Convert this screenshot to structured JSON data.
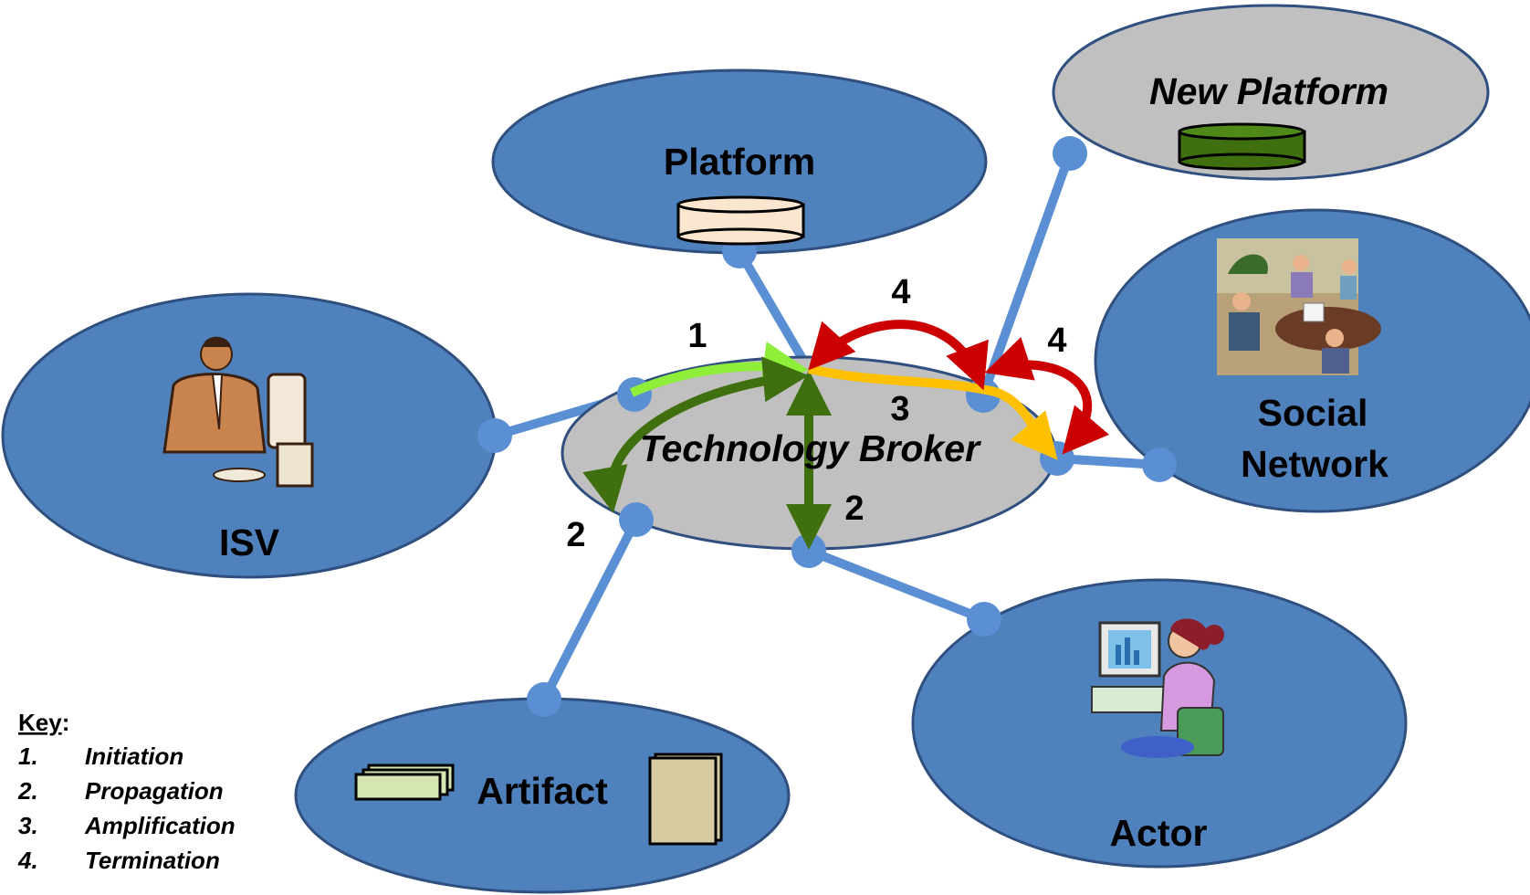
{
  "nodes": {
    "platform": "Platform",
    "new_platform": "New Platform",
    "social_network_line1": "Social",
    "social_network_line2": "Network",
    "isv": "ISV",
    "technology_broker": "Technology Broker",
    "artifact": "Artifact",
    "actor": "Actor"
  },
  "flow_labels": {
    "initiation_num": "1",
    "propagation_num_left": "2",
    "propagation_num_right": "2",
    "amplification_num": "3",
    "termination_num_top": "4",
    "termination_num_right": "4"
  },
  "key": {
    "title": "Key",
    "colon": ":",
    "items": [
      {
        "num": "1.",
        "label": "Initiation"
      },
      {
        "num": "2.",
        "label": "Propagation"
      },
      {
        "num": "3.",
        "label": "Amplification"
      },
      {
        "num": "4.",
        "label": "Termination"
      }
    ]
  },
  "colors": {
    "node_blue": "#4f81bd",
    "node_blue_stroke": "#2f4f7f",
    "node_grey": "#c0c0c0",
    "connector_blue": "#5b8fd4",
    "initiation_green": "#8fee3a",
    "propagation_green": "#3f6f0f",
    "amplification_yellow": "#ffc000",
    "termination_red": "#cc0000"
  }
}
